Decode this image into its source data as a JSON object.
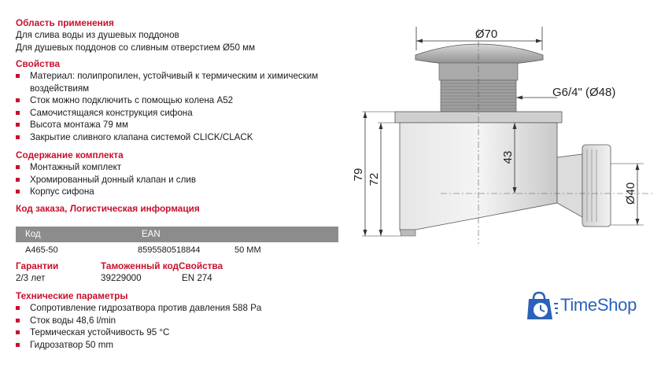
{
  "application": {
    "title": "Область применения",
    "lines": [
      "Для слива воды из душевых поддонов",
      "Для душевых поддонов со сливным отверстием Ø50 мм"
    ]
  },
  "properties": {
    "title": "Свойства",
    "items": [
      "Материал: полипропилен, устойчивый к термическим и химическим воздействиям",
      "Сток можно подключить с помощью колена A52",
      "Самочистящаяся конструкция сифона",
      "Высота монтажа 79 мм",
      "Закрытие сливного клапана системой CLICK/CLACK"
    ]
  },
  "package": {
    "title": "Содержание комплекта",
    "items": [
      "Монтажный комплект",
      "Хромированный донный клапан и слив",
      "Корпус сифона"
    ]
  },
  "order": {
    "title": "Код заказа, Логистическая информация",
    "headers": [
      "Код",
      "EAN"
    ],
    "row": [
      "A465-50",
      "8595580518844",
      "50 MM"
    ]
  },
  "guarantee": {
    "title1": "Гарантии",
    "title2": "Таможенный код",
    "title3": "Свойства",
    "value1": "2/3 лет",
    "value2": "39229000",
    "value3": "EN 274"
  },
  "technical": {
    "title": "Технические параметры",
    "items": [
      "Сопротивление гидрозатвора против давления 588 Pa",
      "Сток воды 48,6 l/min",
      "Термическая устойчивость 95 °C",
      "Гидрозатвор 50 mm"
    ]
  },
  "drawing": {
    "dim_top": "Ø70",
    "dim_thread": "G6/4\" (Ø48)",
    "dim_43": "43",
    "dim_79": "79",
    "dim_72": "72",
    "dim_40": "Ø40"
  },
  "logo": {
    "text": "TimeShop",
    "color": "#2b62b8"
  }
}
